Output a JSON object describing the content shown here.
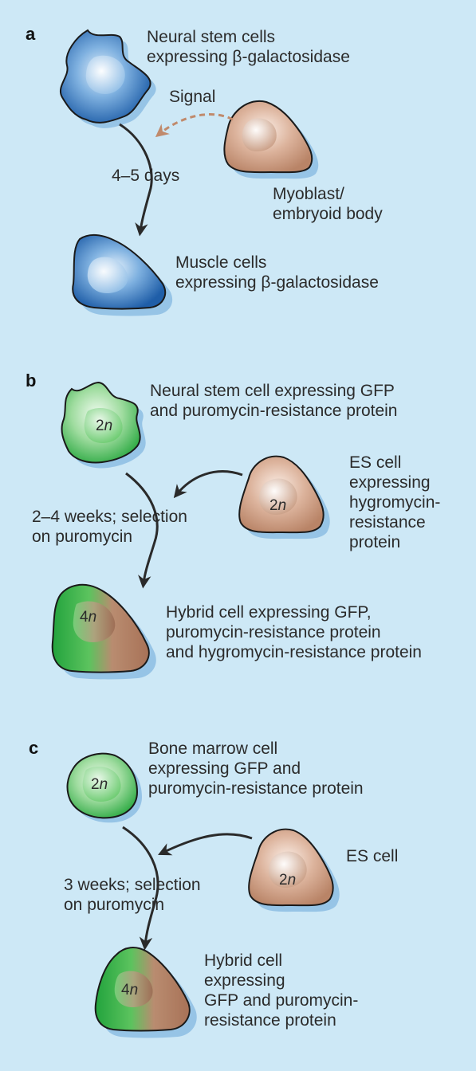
{
  "panel_a": {
    "letter": "a",
    "neural_label": "Neural stem cells\nexpressing β-galactosidase",
    "signal_label": "Signal",
    "time_label": "4–5 days",
    "myoblast_label": "Myoblast/\nembryoid body",
    "muscle_label": "Muscle cells\nexpressing β-galactosidase"
  },
  "panel_b": {
    "letter": "b",
    "neural_label": "Neural stem cell expressing GFP\nand puromycin-resistance protein",
    "neural_ploidy": "2n",
    "es_label": "ES cell\nexpressing\nhygromycin-\nresistance\nprotein",
    "es_ploidy": "2n",
    "time_label": "2–4 weeks; selection\non puromycin",
    "hybrid_ploidy": "4n",
    "hybrid_label": "Hybrid cell expressing GFP,\npuromycin-resistance protein\nand hygromycin-resistance protein"
  },
  "panel_c": {
    "letter": "c",
    "bone_label": "Bone marrow cell\nexpressing GFP and\npuromycin-resistance protein",
    "bone_ploidy": "2n",
    "es_label": "ES cell",
    "es_ploidy": "2n",
    "time_label": "3 weeks; selection\non puromycin",
    "hybrid_ploidy": "4n",
    "hybrid_label": "Hybrid cell\nexpressing\nGFP and puromycin-\nresistance protein"
  },
  "colors": {
    "background": "#cde8f6",
    "neural_blue": "#2f6fb8",
    "gfp_green": "#3cb84a",
    "es_tan": "#c99a80",
    "arrow": "#2a2a2a",
    "signal_arrow": "#c08a6c"
  }
}
